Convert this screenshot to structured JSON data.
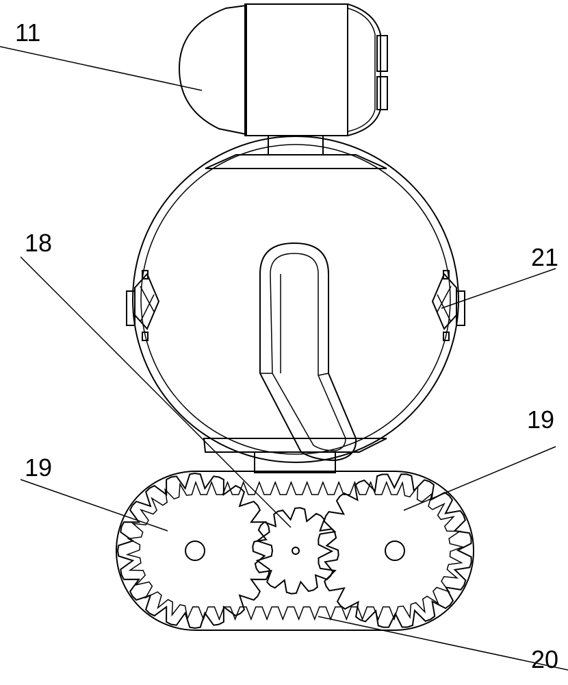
{
  "labels": {
    "head": "11",
    "pinion": "18",
    "gear_left": "19",
    "gear_right": "19",
    "track": "20",
    "pivot": "21"
  }
}
